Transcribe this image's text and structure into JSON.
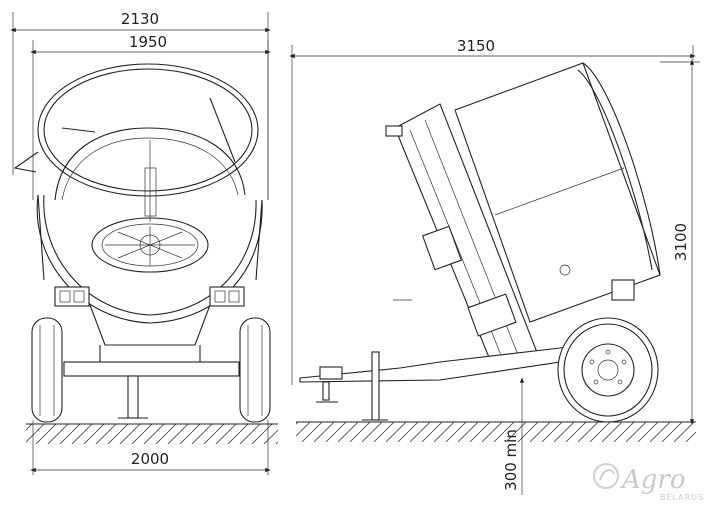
{
  "dimensions": {
    "front_overall_width": "2130",
    "front_drum_width": "1950",
    "front_wheel_track": "2000",
    "side_length": "3150",
    "side_height": "3100",
    "ground_clearance": "300 min"
  },
  "watermark": {
    "brand": "Agro",
    "sub": "BELARUS"
  }
}
